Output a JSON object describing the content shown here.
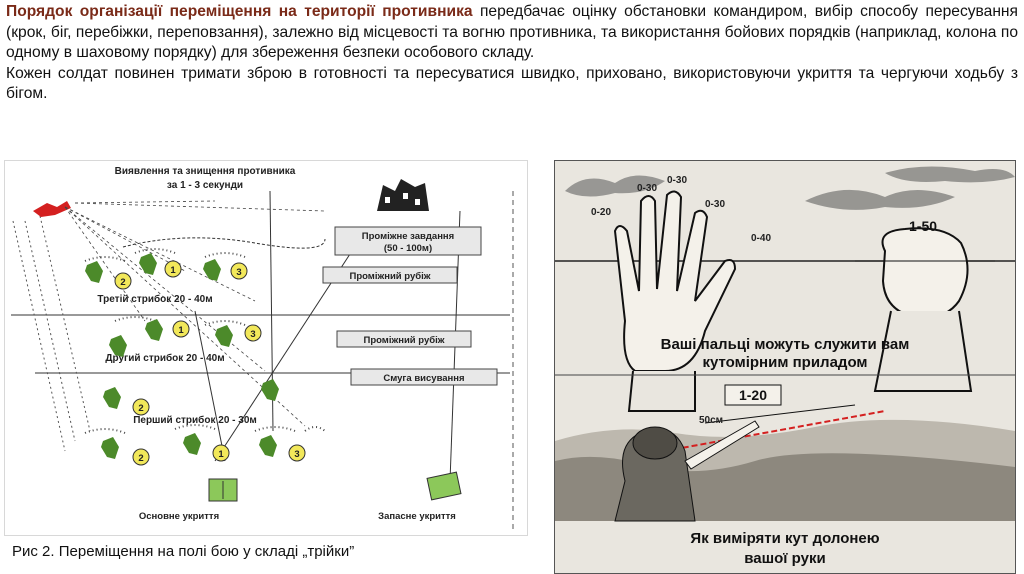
{
  "intro": {
    "paragraph1_lead": "Порядок організації переміщення на території противника",
    "paragraph1_rest": " передбачає оцінку обстановки командиром, вибір способу пересування (крок, біг, перебіжки, переповзання), залежно від місцевості та вогню противника, та використання бойових порядків (наприклад, колона по одному в шаховому порядку) для збереження безпеки особового складу.",
    "paragraph2": "Кожен солдат повинен тримати зброю в готовності та пересуватися швидко, приховано, використовуючи укриття та чергуючи ходьбу з бігом."
  },
  "left_figure": {
    "title_line1": "Виявлення та знищення противника",
    "title_line2": "за 1 - 3 секунди",
    "labels": {
      "intermediate_task_1": "Проміжне завдання",
      "intermediate_task_2": "(50 - 100м)",
      "intermediate_line_1": "Проміжний рубіж",
      "intermediate_line_2": "Проміжний рубіж",
      "exposure_strip": "Смуга висування",
      "third_rush": "Третій стрибок 20 - 40м",
      "second_rush": "Другий стрибок 20 - 40м",
      "first_rush": "Перший стрибок 20 - 30м",
      "main_cover": "Основне укриття",
      "reserve_cover": "Запасне укриття"
    },
    "numbers": {
      "one": "1",
      "two": "2",
      "three": "3"
    }
  },
  "right_figure": {
    "mils": {
      "a": "0-30",
      "b": "0-30",
      "c": "0-20",
      "d": "0-40",
      "e": "0-30",
      "fist": "1-50",
      "arm": "1-20"
    },
    "distance_label": "50см",
    "middle_caption_line1": "Ваші пальці можуть служити вам",
    "middle_caption_line2": "кутомірним приладом",
    "bottom_caption_line1": "Як виміряти кут долонею",
    "bottom_caption_line2": "вашої руки"
  },
  "caption": "Рис 2. Переміщення на полі бою у складі „трійки”",
  "colors": {
    "lead_text": "#7a2a18",
    "accent_red": "#d42020",
    "soldier_green": "#4c8a2a",
    "circle_yellow": "#f2e85a"
  }
}
